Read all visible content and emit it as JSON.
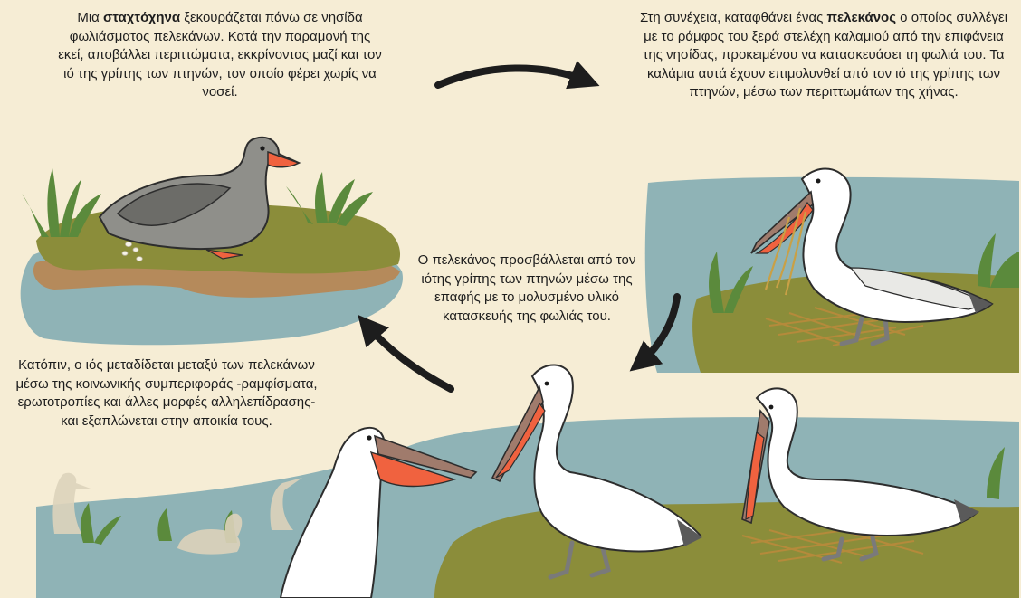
{
  "captions": {
    "goose": {
      "p1": "Μια ",
      "b1": "σταχτόχηνα",
      "p2": " ξεκουράζεται πάνω σε νησίδα φωλιάσματος πελεκάνων. Κατά την παραμονή της εκεί, αποβάλλει περιττώματα, εκκρίνοντας μαζί και τον ιό της γρίπης των πτηνών, τον οποίο φέρει χωρίς να νοσεί."
    },
    "pelican_arrives": {
      "p1": "Στη συνέχεια, καταφθάνει ένας ",
      "b1": "πελεκάνος",
      "p2": " ο οποίος συλλέγει με το ράμφος του ξερά στελέχη καλαμιού από την επιφάνεια της νησίδας, προκειμένου να κατασκευάσει τη φωλιά του. Τα καλάμια αυτά έχουν επιμολυνθεί από τον ιό της γρίπης των πτηνών, μέσω των περιττωμάτων της χήνας."
    },
    "infection": "Ο πελεκάνος προσβάλλεται από τον ιότης γρίπης των πτηνών μέσω της επαφής με το μολυσμένο υλικό κατασκευής της φωλιάς του.",
    "spread": "Κατόπιν, ο ιός μεταδίδεται μεταξύ των πελεκάνων μέσω της κοινωνικής συμπεριφοράς -ραμφίσματα, ερωτοτροπίες και άλλες μορφές αλληλεπίδρασης- και εξαπλώνεται στην αποικία τους."
  },
  "colors": {
    "background": "#f6edd5",
    "water": "#8fb3b6",
    "grass_island": "#8b8d3a",
    "soil": "#b58a5b",
    "goose_body": "#8f8f8a",
    "beak_orange": "#f0623f",
    "pelican_white": "#ffffff",
    "arrow": "#1d1d1d"
  }
}
